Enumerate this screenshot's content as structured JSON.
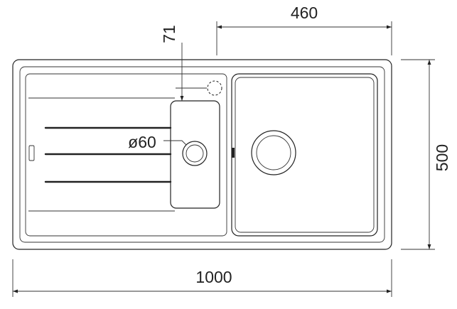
{
  "dimensions": {
    "overall_width": "1000",
    "overall_depth": "500",
    "bowl_width": "460",
    "tap_hole_offset": "71",
    "drain_diameter": "ø60"
  }
}
